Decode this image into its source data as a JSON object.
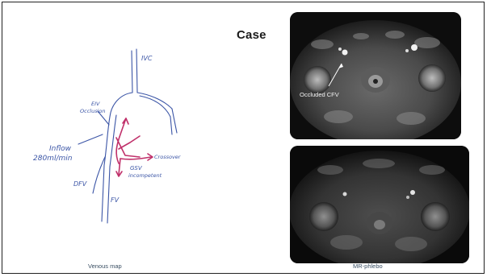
{
  "slide": {
    "title": "Case",
    "left_caption": "Venous map",
    "right_caption": "MR-phlebo"
  },
  "sketch": {
    "labels": {
      "ivc": "IVC",
      "eiv_line1": "EIV",
      "eiv_line2": "Occlusion",
      "inflow_line1": "Inflow",
      "inflow_line2": "280ml/min",
      "crossover": "Crossover",
      "gsv_line1": "GSV",
      "gsv_line2": "incompetent",
      "dfv": "DFV",
      "fv": "FV"
    }
  },
  "mri_top": {
    "annotation": "Occluded CFV"
  },
  "colors": {
    "ink_blue": "#3b55a6",
    "ink_red": "#c0306a",
    "caption": "#3a4f63"
  }
}
